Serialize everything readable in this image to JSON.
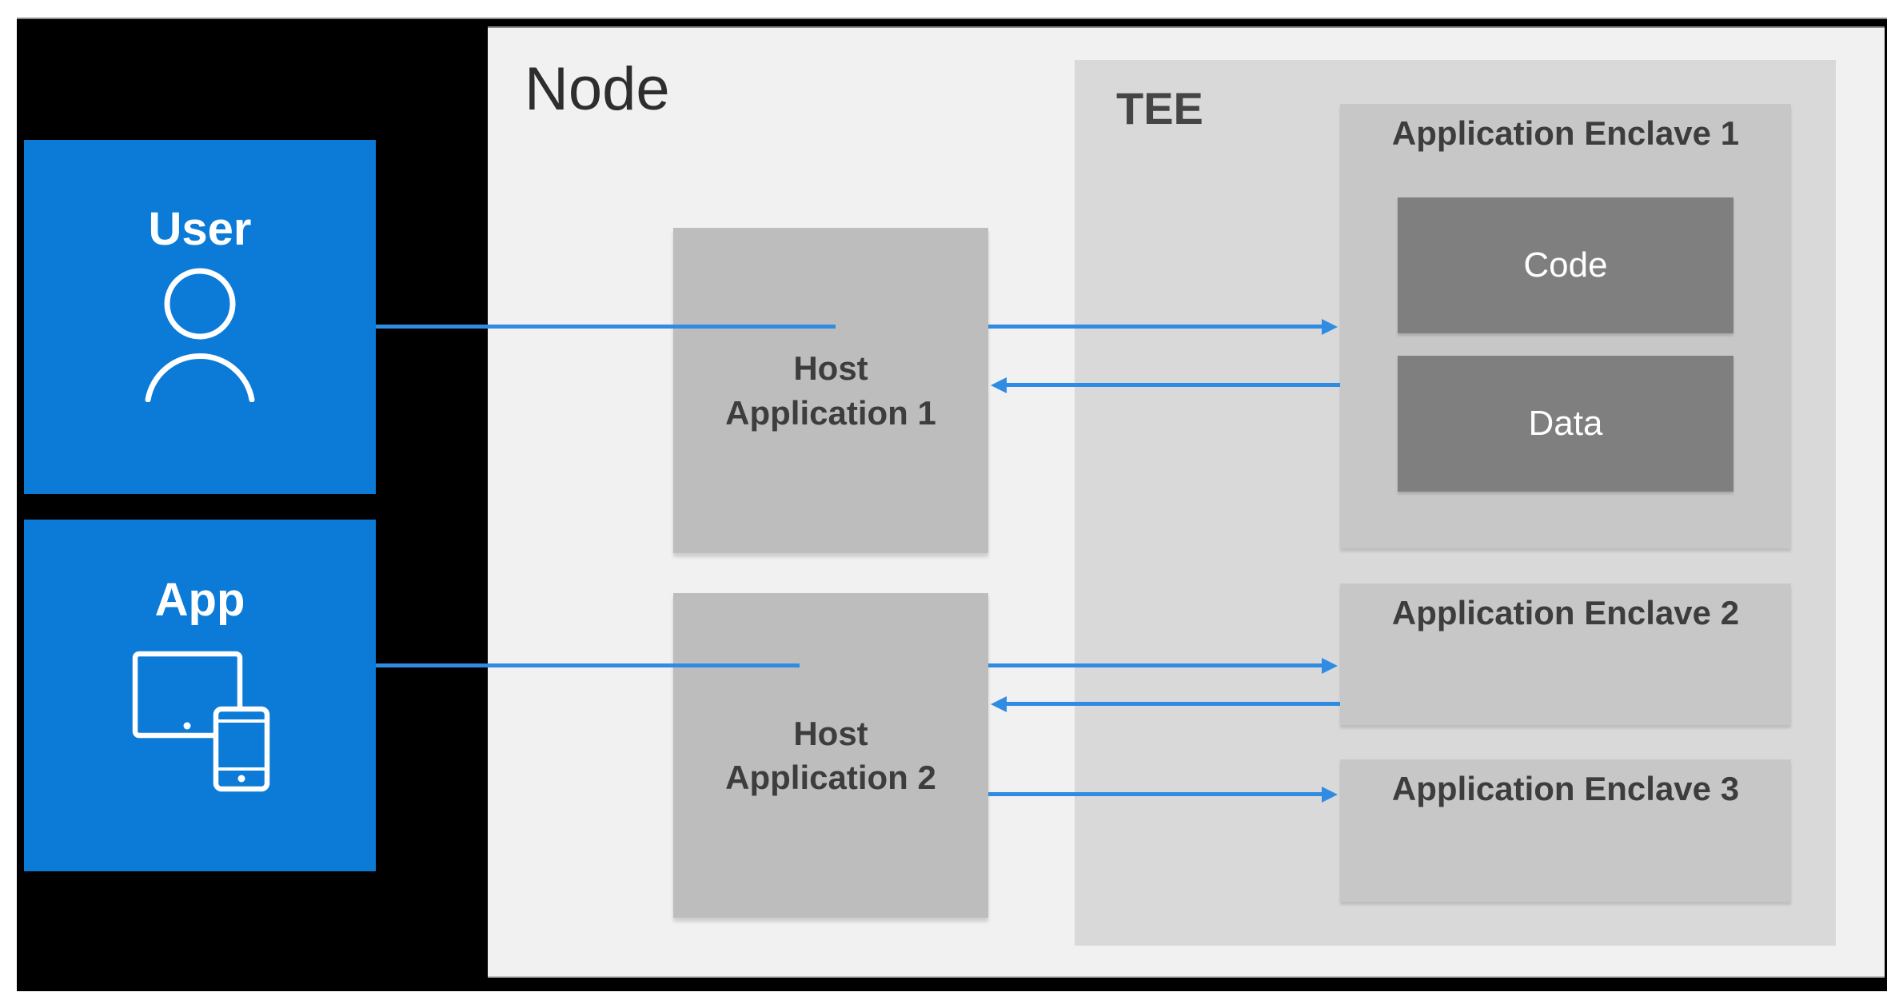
{
  "diagram": {
    "node_label": "Node",
    "tee_label": "TEE"
  },
  "actors": [
    {
      "label": "User",
      "icon": "person-icon"
    },
    {
      "label": "App",
      "icon": "tablet-phone-icon"
    }
  ],
  "host_apps": [
    {
      "line1": "Host",
      "line2": "Application 1"
    },
    {
      "line1": "Host",
      "line2": "Application 2"
    }
  ],
  "enclaves": [
    {
      "title": "Application Enclave 1",
      "blocks": [
        "Code",
        "Data"
      ]
    },
    {
      "title": "Application Enclave 2",
      "blocks": []
    },
    {
      "title": "Application Enclave 3",
      "blocks": []
    }
  ],
  "connections": [
    {
      "from": "User",
      "to": "Host Application 1",
      "arrowhead": false
    },
    {
      "from": "Host Application 1",
      "to": "Application Enclave 1",
      "arrowhead": true
    },
    {
      "from": "Application Enclave 1",
      "to": "Host Application 1",
      "arrowhead": true
    },
    {
      "from": "App",
      "to": "Host Application 2",
      "arrowhead": false
    },
    {
      "from": "Host Application 2",
      "to": "Application Enclave 2",
      "arrowhead": true
    },
    {
      "from": "Application Enclave 2",
      "to": "Host Application 2",
      "arrowhead": true
    },
    {
      "from": "Host Application 2",
      "to": "Application Enclave 3",
      "arrowhead": true
    }
  ],
  "colors": {
    "actor_blue": "#0b7bd7",
    "arrow_blue": "#2f8ce2",
    "host_gray": "#bdbdbd",
    "enclave_gray": "#c7c7c8",
    "inner_block_gray": "#7f7f80",
    "tee_background": "#d9d9da",
    "node_background": "#f1f1f2",
    "frame_black": "#000000",
    "title_text": "#2e2e2e",
    "box_text": "#3d3d3d"
  }
}
